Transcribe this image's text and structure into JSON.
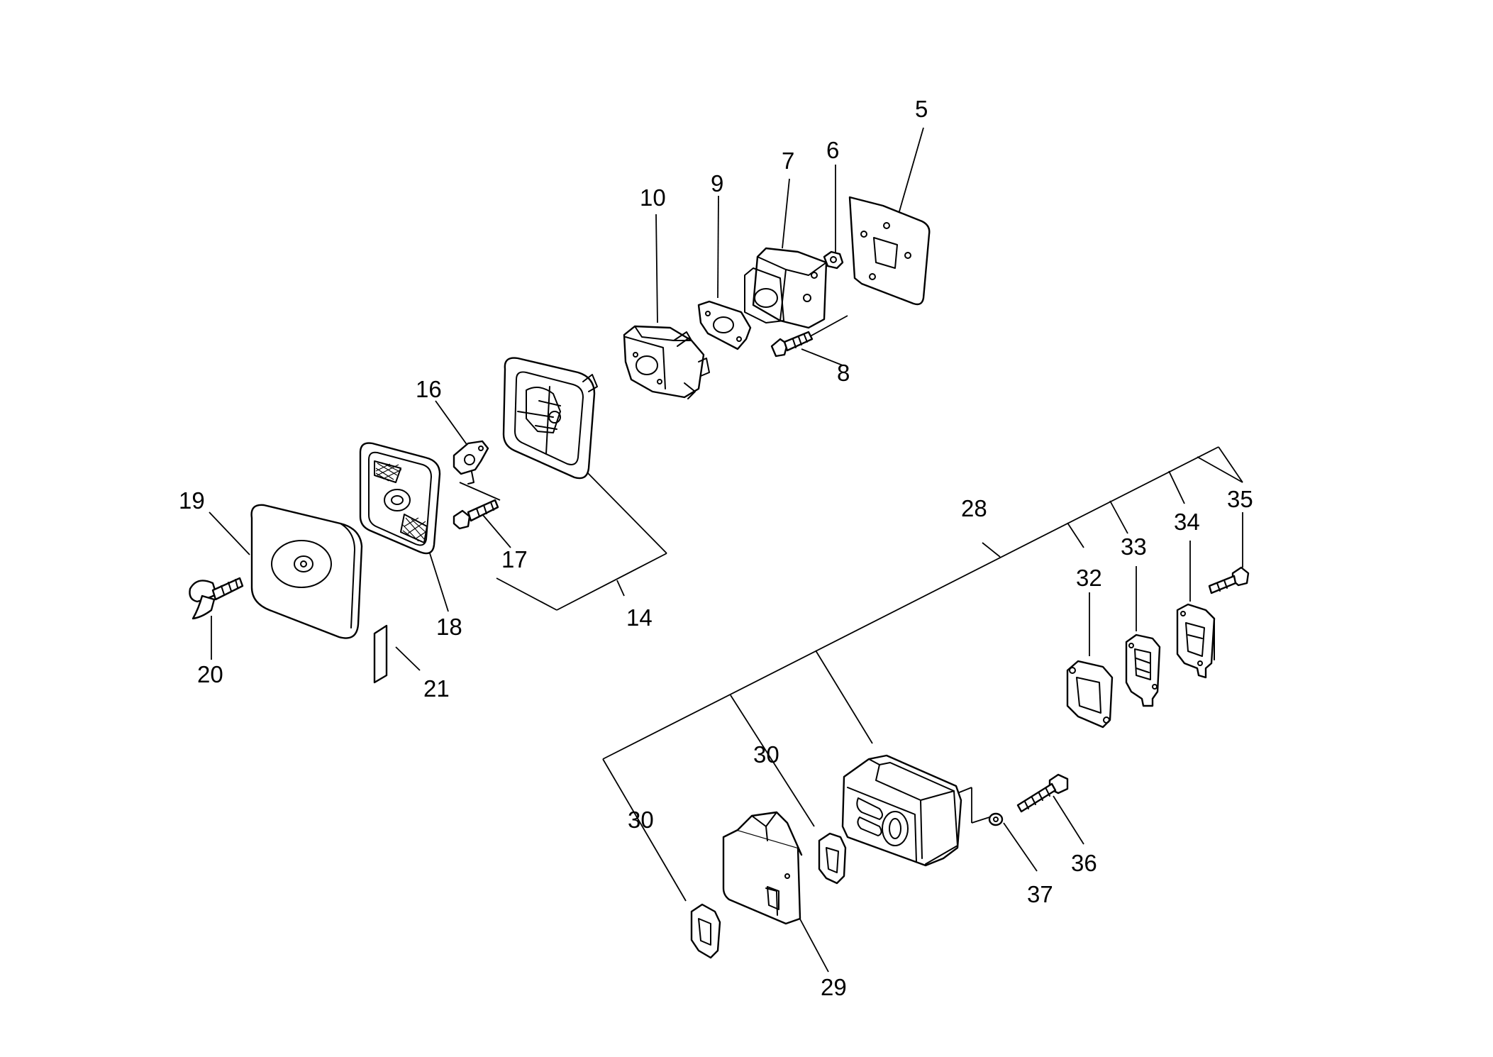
{
  "callouts": [
    {
      "id": "c5",
      "text": "5"
    },
    {
      "id": "c6",
      "text": "6"
    },
    {
      "id": "c7",
      "text": "7"
    },
    {
      "id": "c8",
      "text": "8"
    },
    {
      "id": "c9",
      "text": "9"
    },
    {
      "id": "c10",
      "text": "10"
    },
    {
      "id": "c14",
      "text": "14"
    },
    {
      "id": "c16",
      "text": "16"
    },
    {
      "id": "c17",
      "text": "17"
    },
    {
      "id": "c18",
      "text": "18"
    },
    {
      "id": "c19",
      "text": "19"
    },
    {
      "id": "c20",
      "text": "20"
    },
    {
      "id": "c21",
      "text": "21"
    },
    {
      "id": "c28",
      "text": "28"
    },
    {
      "id": "c29",
      "text": "29"
    },
    {
      "id": "c30a",
      "text": "30"
    },
    {
      "id": "c30b",
      "text": "30"
    },
    {
      "id": "c32",
      "text": "32"
    },
    {
      "id": "c33",
      "text": "33"
    },
    {
      "id": "c34",
      "text": "34"
    },
    {
      "id": "c35",
      "text": "35"
    },
    {
      "id": "c36",
      "text": "36"
    },
    {
      "id": "c37",
      "text": "37"
    }
  ],
  "colors": {
    "line": "#000000",
    "background": "#ffffff"
  }
}
